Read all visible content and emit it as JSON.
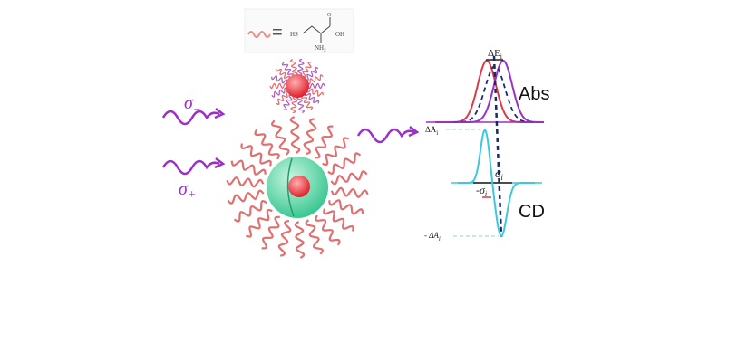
{
  "legend": {
    "equals": "=",
    "hs": "HS",
    "oh": "OH",
    "o": "O",
    "nh2": "NH",
    "nh2_sub": "2"
  },
  "light": {
    "sigma_minus": "σ",
    "sigma_minus_sub": "−",
    "sigma_plus": "σ",
    "sigma_plus_sub": "+"
  },
  "graph": {
    "delta_e": "ΔE",
    "delta_e_sub": "i",
    "abs_label": "Abs",
    "delta_a": "ΔA",
    "delta_a_sub": "i",
    "sigma_i": "σ",
    "sigma_i_sub": "i",
    "minus_sigma_i": "-σ",
    "minus_sigma_i_sub": "i",
    "cd_label": "CD",
    "minus_delta_a": "- ΔA",
    "minus_delta_a_sub": "i"
  },
  "colors": {
    "red": "#d83a4a",
    "purple": "#9b30c8",
    "cyan": "#3cc8e0",
    "ligand": "#e07070",
    "shell": "#5fd6a8",
    "navy": "#1a2a6c"
  }
}
